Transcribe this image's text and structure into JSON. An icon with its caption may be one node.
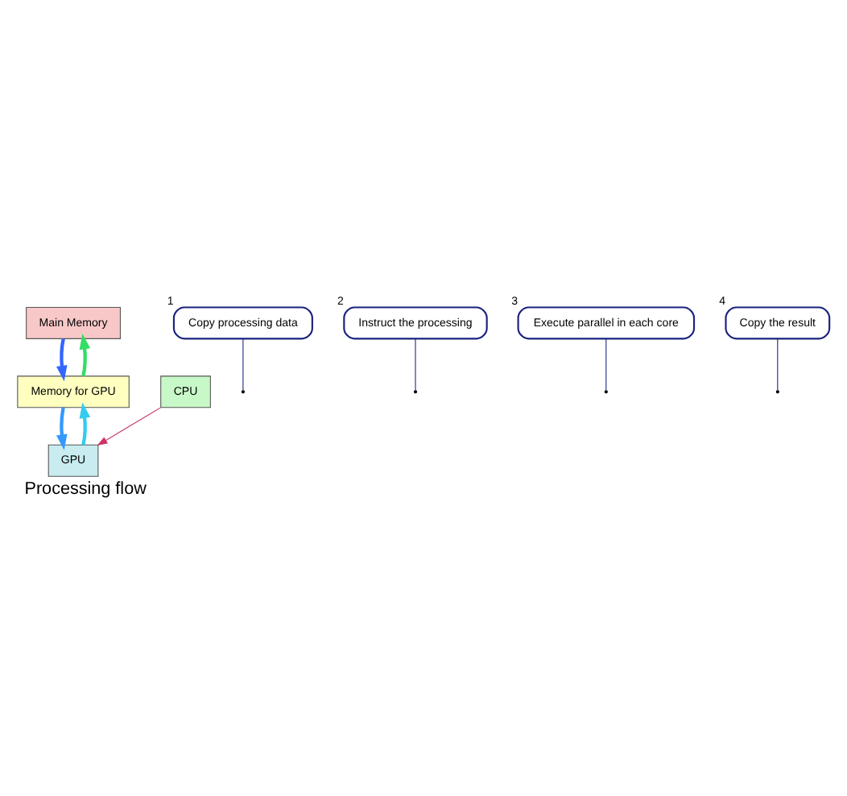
{
  "diagram": {
    "caption": "Processing flow",
    "nodes": [
      {
        "text": [
          "Main Memory"
        ]
      },
      {
        "text": [
          "CPU"
        ]
      },
      {
        "text": [
          "Memory for GPU"
        ]
      },
      {
        "text": [
          "GPU"
        ]
      },
      {
        "text": [
          "Copy processing data"
        ],
        "beside": [
          "1"
        ]
      },
      {
        "text": [
          "Instruct the processing"
        ],
        "beside": [
          "2"
        ]
      },
      {
        "text": [
          "Execute parallel in each core"
        ],
        "beside": [
          "3"
        ]
      },
      {
        "text": [
          "Copy the result"
        ],
        "beside": [
          "4"
        ]
      }
    ],
    "edges": [
      {
        "from": 0,
        "to": 2,
        "arrow": "to",
        "style": "thick",
        "color": "#3366ff"
      },
      {
        "from": 2,
        "to": 0,
        "arrow": "to",
        "style": "thick",
        "color": "#33dd66"
      },
      {
        "from": 1,
        "to": 3,
        "arrow": "to",
        "color": "#cc3366"
      },
      {
        "from": 2,
        "to": 3,
        "arrow": "to",
        "style": "thick",
        "color": "#3399ff"
      },
      {
        "from": 3,
        "to": 2,
        "arrow": "to",
        "style": "thick",
        "color": "#33ccee"
      },
      {
        "from": 4,
        "to": null,
        "arrow": "none"
      },
      {
        "from": 5,
        "to": null,
        "arrow": "none"
      },
      {
        "from": 6,
        "to": null,
        "arrow": "none"
      },
      {
        "from": 7,
        "to": null,
        "arrow": "none"
      }
    ]
  }
}
